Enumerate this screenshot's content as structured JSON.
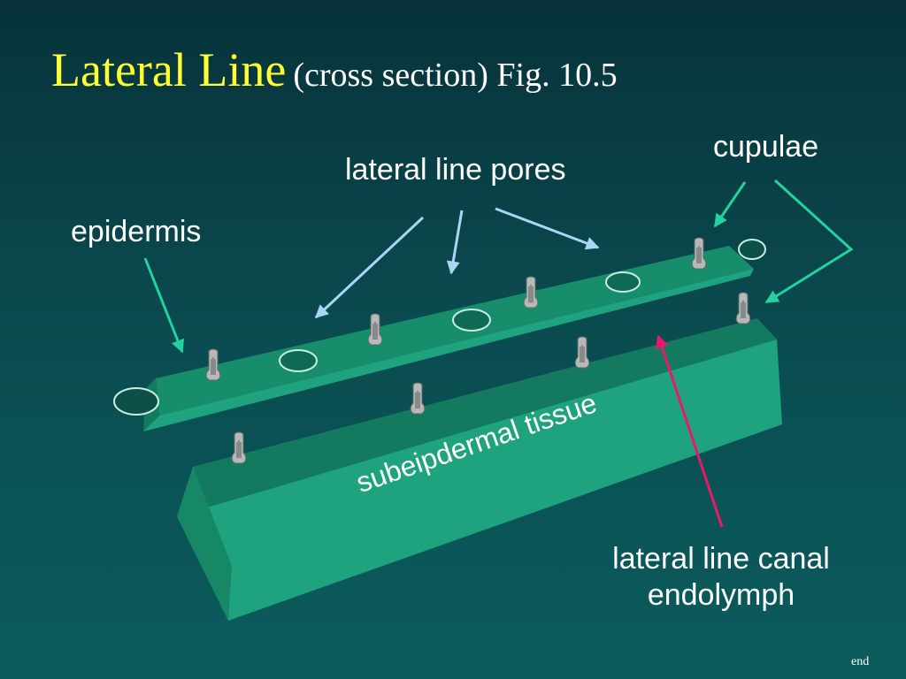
{
  "slide": {
    "title": "Lateral Line",
    "subtitle": "(cross section) Fig. 10.5",
    "end_link": "end"
  },
  "labels": {
    "epidermis": "epidermis",
    "pores": "lateral line pores",
    "cupulae": "cupulae",
    "canal_line1": "lateral line canal",
    "canal_line2": "endolymph",
    "tissue": "subeipdermal tissue"
  },
  "colors": {
    "title": "#ffff33",
    "background": "#0a4a4f",
    "epidermis_layer": "#178d6c",
    "tissue_block": "#1ea37e",
    "pore_arrows": "#a9d6f5",
    "cupula_arrows": "#25d19c",
    "canal_arrow": "#e8196b"
  }
}
